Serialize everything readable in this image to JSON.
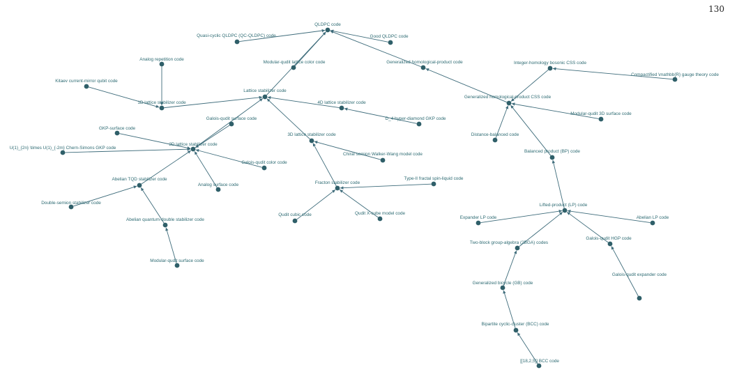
{
  "page_number": "130",
  "colors": {
    "node": "#2f5f69",
    "edge": "#3d6b7a",
    "label": "#2e6b73"
  },
  "nodes": [
    {
      "id": "qldpc",
      "label": "QLDPC code"
    },
    {
      "id": "qcqldpc",
      "label": "Quasi-cyclic QLDPC (QC-QLDPC) code"
    },
    {
      "id": "goodqldpc",
      "label": "Good QLDPC code"
    },
    {
      "id": "genhp",
      "label": "Generalized homological-product code"
    },
    {
      "id": "genhpcss",
      "label": "Generalized homological-product CSS code"
    },
    {
      "id": "inthom",
      "label": "Integer-homology bosonic CSS code"
    },
    {
      "id": "compact",
      "label": "Compactified \\mathbb{R} gauge theory code"
    },
    {
      "id": "modqudit3d",
      "label": "Modular-qudit 3D surface code"
    },
    {
      "id": "distbal",
      "label": "Distance-balanced code"
    },
    {
      "id": "bp",
      "label": "Balanced product (BP) code"
    },
    {
      "id": "lp",
      "label": "Lifted-product (LP) code"
    },
    {
      "id": "explp",
      "label": "Expander LP code"
    },
    {
      "id": "abelp",
      "label": "Abelian LP code"
    },
    {
      "id": "twob",
      "label": "Two-block group-algebra (2BGA) codes"
    },
    {
      "id": "galhgp",
      "label": "Galois-qudit HGP code"
    },
    {
      "id": "galexp",
      "label": "Galois-qudit expander code"
    },
    {
      "id": "genbic",
      "label": "Generalized bicycle (GB) code"
    },
    {
      "id": "bcc",
      "label": "Bipartite cyclic-cluster (BCC) code"
    },
    {
      "id": "bcc1825",
      "label": "[[18,2,5]] BCC code"
    },
    {
      "id": "modcolor",
      "label": "Modular-qudit lattice color code"
    },
    {
      "id": "lattice",
      "label": "Lattice stabilizer code"
    },
    {
      "id": "analogrep",
      "label": "Analog repetition code"
    },
    {
      "id": "kitaev",
      "label": "Kitaev current-mirror qubit code"
    },
    {
      "id": "oned",
      "label": "1D lattice stabilizer code"
    },
    {
      "id": "fourd",
      "label": "4D lattice stabilizer code"
    },
    {
      "id": "d4",
      "label": "D_4 hyper-diamond GKP code"
    },
    {
      "id": "galsurf",
      "label": "Galois-qudit surface code"
    },
    {
      "id": "threed",
      "label": "3D lattice stabilizer code"
    },
    {
      "id": "chiral",
      "label": "Chiral semion Walker-Wang model code"
    },
    {
      "id": "gkpsurf",
      "label": "GKP-surface code"
    },
    {
      "id": "u1",
      "label": "U(1)_{2n} \\times U(1)_{-2m} Chern-Simons GKP code"
    },
    {
      "id": "twod",
      "label": "2D lattice stabilizer code"
    },
    {
      "id": "galcolor",
      "label": "Galois-qudit color code"
    },
    {
      "id": "abtqd",
      "label": "Abelian TQD stabilizer code"
    },
    {
      "id": "analogsurf",
      "label": "Analog surface code"
    },
    {
      "id": "dsemion",
      "label": "Double-semion stabilizer code"
    },
    {
      "id": "abqd",
      "label": "Abelian quantum-double stabilizer code"
    },
    {
      "id": "modsurf",
      "label": "Modular-qudit surface code"
    },
    {
      "id": "fracton",
      "label": "Fracton stabilizer code"
    },
    {
      "id": "type2",
      "label": "Type-II fractal spin-liquid code"
    },
    {
      "id": "quditcubic",
      "label": "Qudit cubic code"
    },
    {
      "id": "xcube",
      "label": "Qudit X-cube model code"
    }
  ],
  "edges": [
    [
      "qcqldpc",
      "qldpc"
    ],
    [
      "goodqldpc",
      "qldpc"
    ],
    [
      "genhp",
      "qldpc"
    ],
    [
      "modcolor",
      "qldpc"
    ],
    [
      "lattice",
      "qldpc"
    ],
    [
      "genhpcss",
      "genhp"
    ],
    [
      "inthom",
      "genhpcss"
    ],
    [
      "compact",
      "inthom"
    ],
    [
      "modqudit3d",
      "genhpcss"
    ],
    [
      "distbal",
      "genhpcss"
    ],
    [
      "bp",
      "genhpcss"
    ],
    [
      "lp",
      "bp"
    ],
    [
      "explp",
      "lp"
    ],
    [
      "abelp",
      "lp"
    ],
    [
      "twob",
      "lp"
    ],
    [
      "galhgp",
      "lp"
    ],
    [
      "galexp",
      "galhgp"
    ],
    [
      "genbic",
      "twob"
    ],
    [
      "bcc",
      "genbic"
    ],
    [
      "bcc1825",
      "bcc"
    ],
    [
      "oned",
      "lattice"
    ],
    [
      "analogrep",
      "oned"
    ],
    [
      "kitaev",
      "oned"
    ],
    [
      "fourd",
      "lattice"
    ],
    [
      "d4",
      "fourd"
    ],
    [
      "twod",
      "lattice"
    ],
    [
      "galsurf",
      "twod"
    ],
    [
      "threed",
      "lattice"
    ],
    [
      "chiral",
      "threed"
    ],
    [
      "fracton",
      "threed"
    ],
    [
      "type2",
      "fracton"
    ],
    [
      "quditcubic",
      "fracton"
    ],
    [
      "xcube",
      "fracton"
    ],
    [
      "gkpsurf",
      "twod"
    ],
    [
      "u1",
      "twod"
    ],
    [
      "galcolor",
      "twod"
    ],
    [
      "abtqd",
      "twod"
    ],
    [
      "analogsurf",
      "twod"
    ],
    [
      "dsemion",
      "abtqd"
    ],
    [
      "abqd",
      "abtqd"
    ],
    [
      "modsurf",
      "abqd"
    ]
  ]
}
